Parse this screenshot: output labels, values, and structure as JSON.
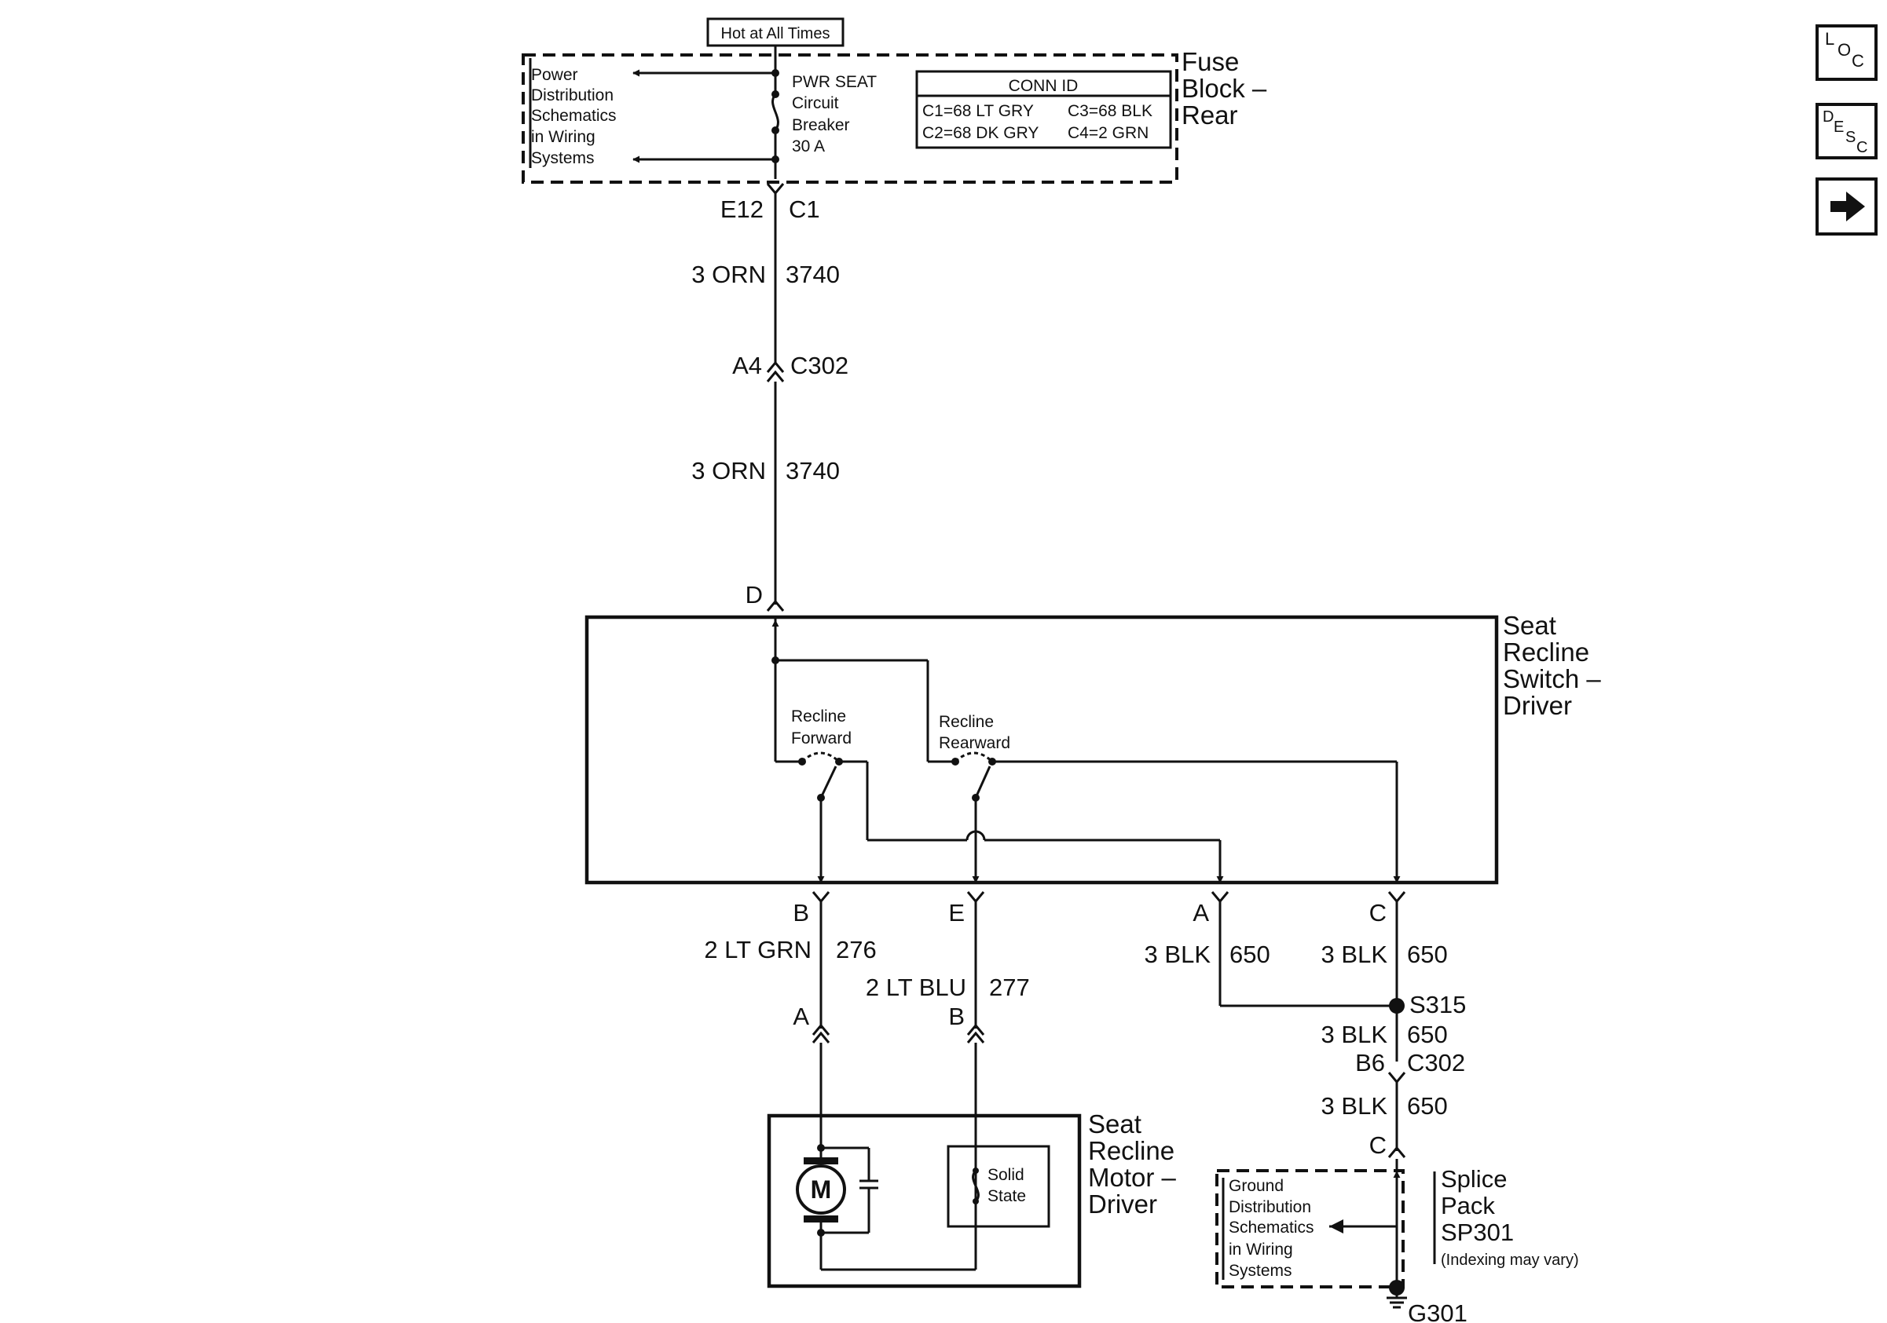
{
  "header": {
    "hot_label": "Hot at All Times"
  },
  "fuse_block": {
    "title_lines": [
      "Fuse",
      "Block –",
      "Rear"
    ],
    "power_dist_lines": [
      "Power",
      "Distribution",
      "Schematics",
      "in Wiring",
      "Systems"
    ],
    "breaker_lines": [
      "PWR SEAT",
      "Circuit",
      "Breaker",
      "30 A"
    ],
    "conn_id": {
      "title": "CONN ID",
      "c1": "C1=68 LT GRY",
      "c2": "C2=68 DK GRY",
      "c3": "C3=68 BLK",
      "c4": "C4=2 GRN"
    }
  },
  "main_wire": {
    "pin_e12": "E12",
    "conn_c1": "C1",
    "wire1_color": "3 ORN",
    "wire1_circuit": "3740",
    "pin_a4": "A4",
    "conn_c302": "C302",
    "wire2_color": "3 ORN",
    "wire2_circuit": "3740",
    "pin_d": "D"
  },
  "switch": {
    "title_lines": [
      "Seat",
      "Recline",
      "Switch –",
      "Driver"
    ],
    "forward_lines": [
      "Recline",
      "Forward"
    ],
    "rearward_lines": [
      "Recline",
      "Rearward"
    ]
  },
  "outputs": {
    "pin_b": "B",
    "pin_e": "E",
    "pin_a": "A",
    "pin_c": "C",
    "w276_color": "2 LT GRN",
    "w276_circuit": "276",
    "w277_color": "2 LT BLU",
    "w277_circuit": "277",
    "w650a_color": "3 BLK",
    "w650a_circuit": "650",
    "w650b_color": "3 BLK",
    "w650b_circuit": "650",
    "motor_pin_a": "A",
    "motor_pin_b": "B"
  },
  "ground": {
    "splice": "S315",
    "w650c_color": "3 BLK",
    "w650c_circuit": "650",
    "pin_b6": "B6",
    "conn_c302": "C302",
    "w650d_color": "3 BLK",
    "w650d_circuit": "650",
    "pin_c": "C",
    "splice_pack_lines": [
      "Splice",
      "Pack",
      "SP301"
    ],
    "indexing_note": "(Indexing may vary)",
    "ground_dist_lines": [
      "Ground",
      "Distribution",
      "Schematics",
      "in Wiring",
      "Systems"
    ],
    "ground_label": "G301"
  },
  "motor": {
    "title_lines": [
      "Seat",
      "Recline",
      "Motor –",
      "Driver"
    ],
    "motor_symbol": "M",
    "solid_state_lines": [
      "Solid",
      "State"
    ]
  },
  "nav": {
    "loc": [
      "L",
      "O",
      "C"
    ],
    "desc": [
      "D",
      "E",
      "S",
      "C"
    ],
    "next_icon": "arrow-right-icon"
  }
}
